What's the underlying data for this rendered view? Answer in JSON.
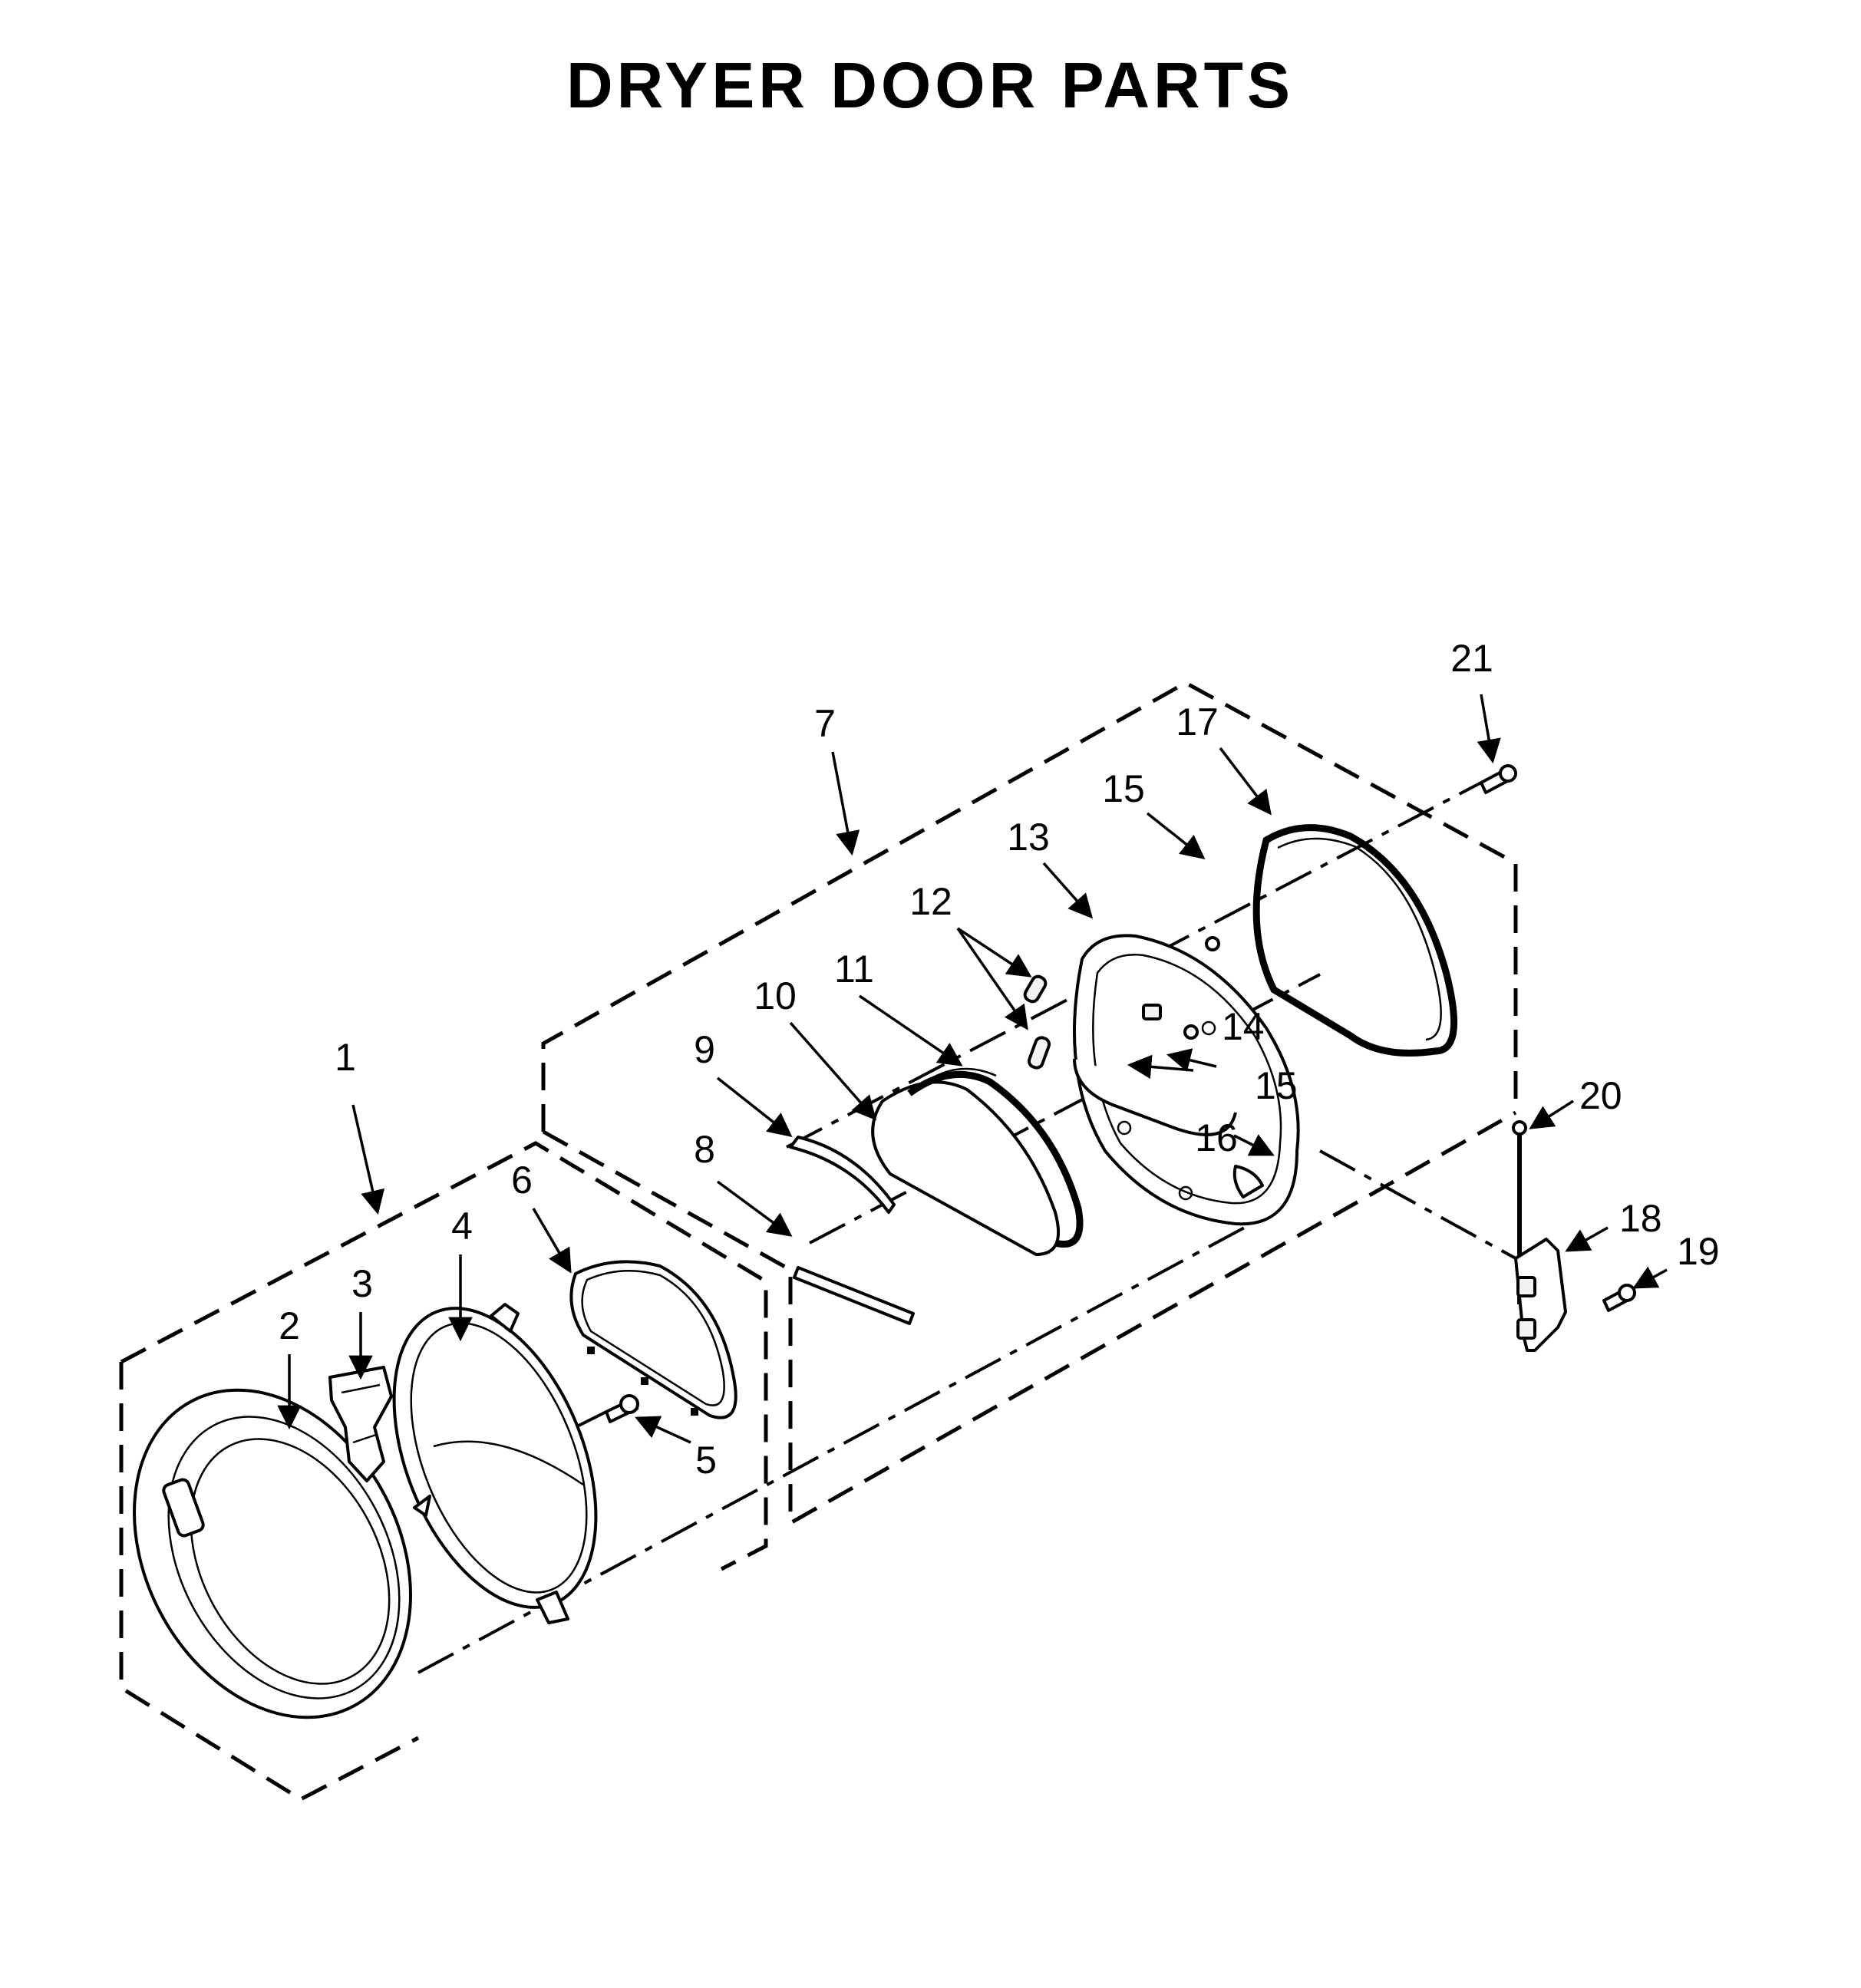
{
  "title": "DRYER DOOR PARTS",
  "callouts": [
    "1",
    "2",
    "3",
    "4",
    "5",
    "6",
    "7",
    "8",
    "9",
    "10",
    "11",
    "12",
    "13",
    "14",
    "15",
    "15",
    "16",
    "17",
    "18",
    "19",
    "20",
    "21"
  ]
}
